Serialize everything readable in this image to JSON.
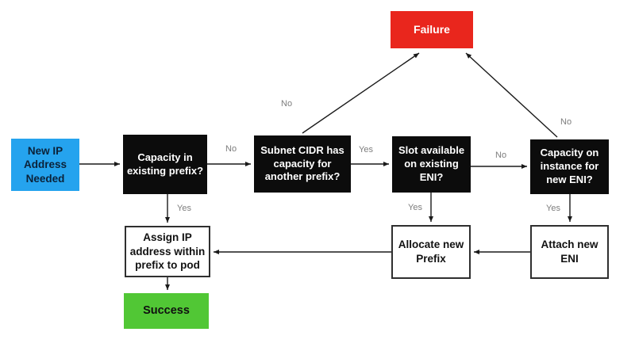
{
  "colors": {
    "canvas_bg": "#ffffff",
    "start_bg": "#25a3ee",
    "start_text": "#0b2239",
    "decision_bg": "#0c0c0c",
    "decision_text": "#ffffff",
    "process_bg": "#ffffff",
    "process_border": "#2f2f2f",
    "failure_bg": "#e9261d",
    "success_bg": "#51c735",
    "edge_label_color": "#7d7d7d",
    "arrow_color": "#1a1a1a"
  },
  "nodes": {
    "start": {
      "label": "New IP\nAddress\nNeeded"
    },
    "capacity_existing_prefix": {
      "label": "Capacity in\nexisting prefix?"
    },
    "subnet_cidr_capacity": {
      "label": "Subnet CIDR has\ncapacity for\nanother prefix?"
    },
    "slot_available_eni": {
      "label": "Slot available\non existing\nENI?"
    },
    "capacity_new_eni": {
      "label": "Capacity on\ninstance for\nnew ENI?"
    },
    "failure": {
      "label": "Failure"
    },
    "assign_ip": {
      "label": "Assign IP\naddress within\nprefix to pod"
    },
    "allocate_prefix": {
      "label": "Allocate new\nPrefix"
    },
    "attach_eni": {
      "label": "Attach new\nENI"
    },
    "success": {
      "label": "Success"
    }
  },
  "edge_labels": {
    "capacity_existing_no": "No",
    "capacity_existing_yes": "Yes",
    "subnet_cidr_yes": "Yes",
    "subnet_cidr_no": "No",
    "slot_available_no": "No",
    "slot_available_yes": "Yes",
    "capacity_new_eni_no": "No",
    "capacity_new_eni_yes": "Yes"
  }
}
